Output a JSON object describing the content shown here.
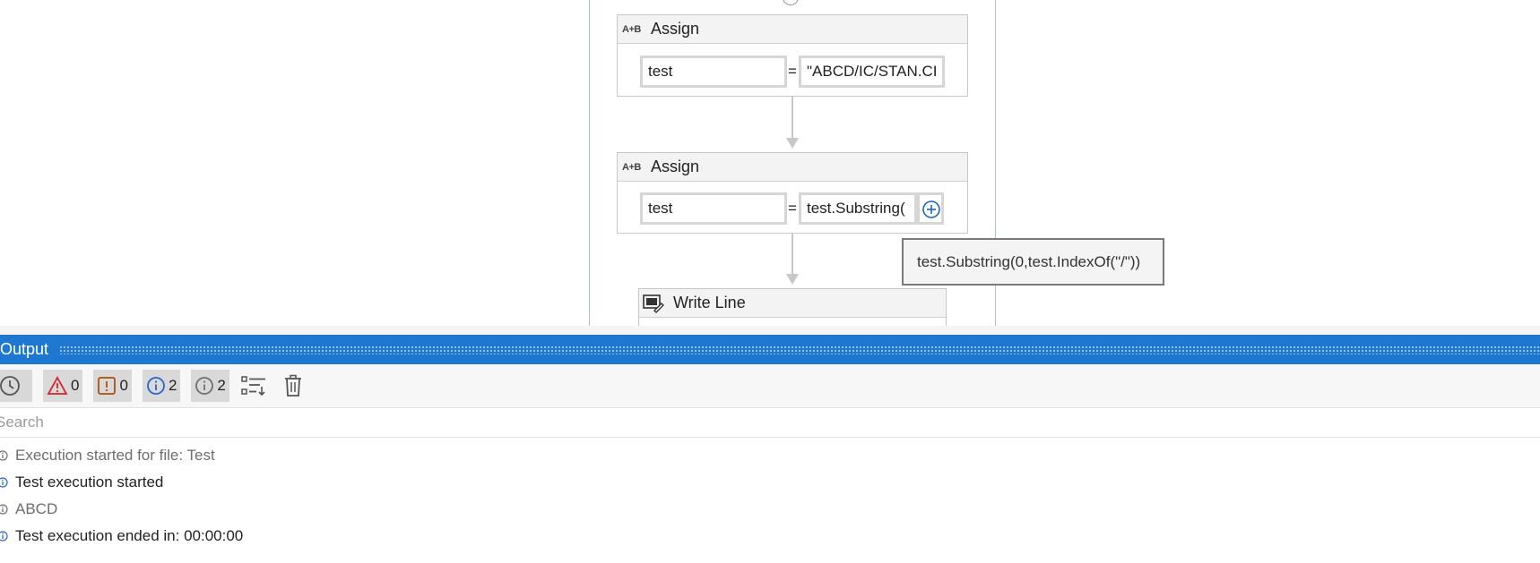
{
  "designer": {
    "activities": [
      {
        "type": "assign",
        "icon": "A+B",
        "title": "Assign",
        "to_value": "test",
        "equals": "=",
        "value": "\"ABCD/IC/STAN.CI"
      },
      {
        "type": "assign",
        "icon": "A+B",
        "title": "Assign",
        "to_value": "test",
        "equals": "=",
        "value": "test.Substring("
      },
      {
        "type": "write-line",
        "title": "Write Line"
      }
    ],
    "tooltip": "test.Substring(0,test.IndexOf(\"/\"))"
  },
  "output": {
    "title": "Output",
    "toolbar": {
      "error_count": "0",
      "warning_count": "0",
      "info_count": "2",
      "trace_count": "2"
    },
    "search_placeholder": "Search",
    "logs": [
      {
        "text": "Execution started for file: Test",
        "level": "trace"
      },
      {
        "text": "Test execution started",
        "level": "info"
      },
      {
        "text": "ABCD",
        "level": "trace"
      },
      {
        "text": "Test execution ended in: 00:00:00",
        "level": "info"
      }
    ]
  },
  "colors": {
    "accent": "#1e78d2",
    "error": "#d9222a",
    "warning": "#b04e0f",
    "info": "#2b64c8",
    "trace": "#707070"
  }
}
